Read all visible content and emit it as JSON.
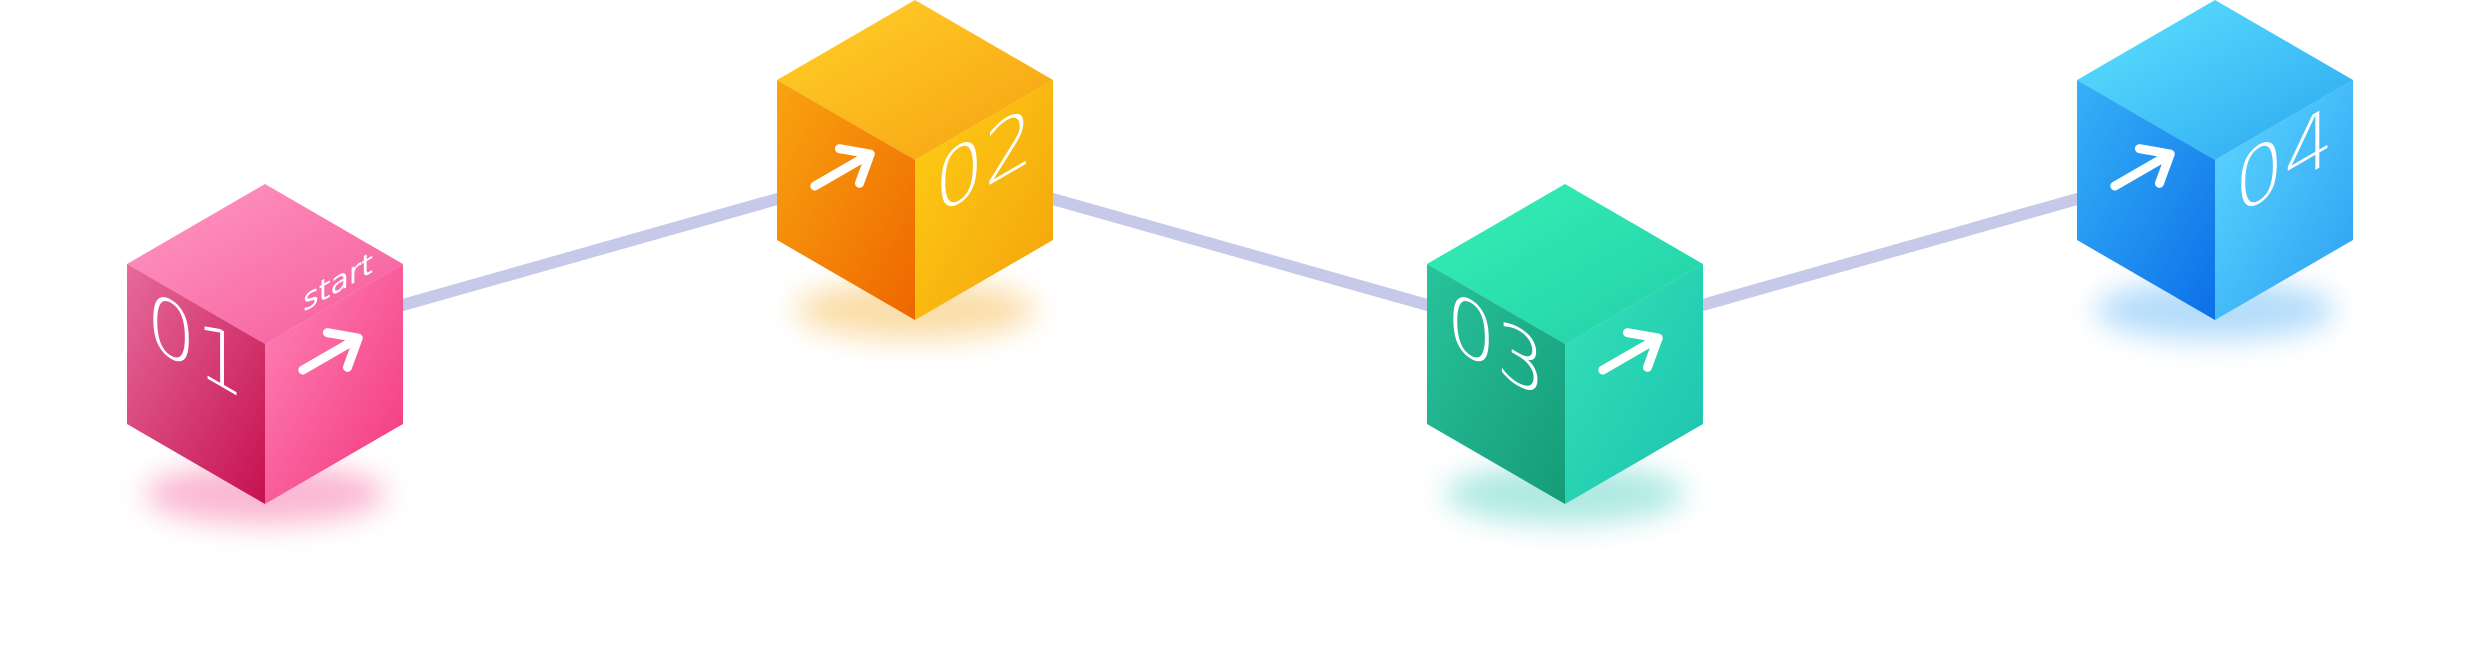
{
  "connector_color": "#c6c9e8",
  "steps": [
    {
      "id": "01",
      "number": "01",
      "tag": "start",
      "face_colors": {
        "top": [
          "#ff9ac4",
          "#f55a9a"
        ],
        "left": [
          "#e66a9a",
          "#c5114f"
        ],
        "right": [
          "#ff86b8",
          "#f2357d"
        ]
      },
      "arrow_face": "right",
      "number_face": "left"
    },
    {
      "id": "02",
      "number": "02",
      "tag": "",
      "face_colors": {
        "top": [
          "#ffd22a",
          "#f7a010"
        ],
        "left": [
          "#f9a410",
          "#ee6600"
        ],
        "right": [
          "#ffcf15",
          "#f3a20c"
        ]
      },
      "arrow_face": "left",
      "number_face": "right"
    },
    {
      "id": "03",
      "number": "03",
      "tag": "",
      "face_colors": {
        "top": [
          "#36f0b4",
          "#23cfaa"
        ],
        "left": [
          "#28c39c",
          "#159b78"
        ],
        "right": [
          "#34e2b8",
          "#1bc2ae"
        ]
      },
      "arrow_face": "right",
      "number_face": "left"
    },
    {
      "id": "04",
      "number": "04",
      "tag": "",
      "face_colors": {
        "top": [
          "#5ee3ff",
          "#2aa6f0"
        ],
        "left": [
          "#36b2f7",
          "#0c6fe8"
        ],
        "right": [
          "#5fd9ff",
          "#2b9ef2"
        ]
      },
      "arrow_face": "left",
      "number_face": "right"
    }
  ]
}
